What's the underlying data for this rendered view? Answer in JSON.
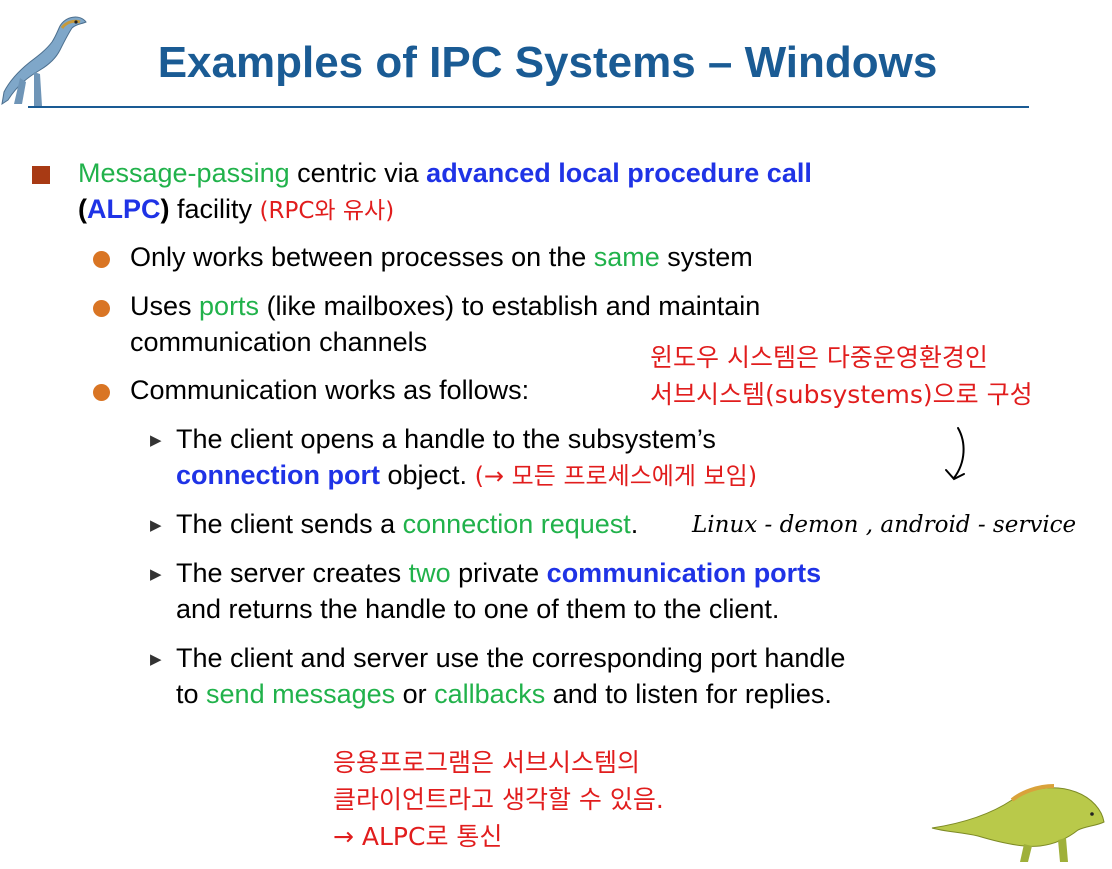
{
  "slide": {
    "title": "Examples of IPC Systems – Windows",
    "main_bullet": {
      "t1": "Message-passing",
      "t2": " centric via ",
      "t3": "advanced local procedure call",
      "t4": "(",
      "t5": "ALPC",
      "t6": ")",
      "t7": " facility  ",
      "note": "(RPC와 유사)"
    },
    "sub1": {
      "a": "Only works between processes on the ",
      "b": "same",
      "c": " system"
    },
    "sub2": {
      "a": "Uses ",
      "b": "ports",
      "c": " (like mailboxes) to establish and maintain",
      "d": "communication channels"
    },
    "sub3": {
      "a": "Communication works as follows:"
    },
    "step1": {
      "a": "The client opens a handle to the subsystem’s",
      "b": "connection port",
      "c": " object.  ",
      "note": "(→ 모든 프로세스에게 보임)"
    },
    "step2": {
      "a": "The client sends a ",
      "b": "connection request",
      "c": "."
    },
    "step3": {
      "a": "The server creates ",
      "b": "two",
      "c": " private ",
      "d": "communication ports",
      "e": "and returns the handle to one of them to the client."
    },
    "step4": {
      "a": "The client and server use the corresponding port handle",
      "b": "to ",
      "c": "send messages",
      "d": " or ",
      "e": "callbacks",
      "f": " and to listen for replies."
    },
    "note_right": {
      "line1": "윈도우 시스템은 다중운영환경인",
      "line2": "서브시스템(subsystems)으로 구성"
    },
    "handwriting": "Linux - demon ,  android  - service",
    "note_bottom": {
      "line1": "응용프로그램은 서브시스템의",
      "line2": "클라이언트라고 생각할 수 있음.",
      "line3": "→ ALPC로 통신"
    }
  },
  "colors": {
    "title": "#1a5b94",
    "green": "#21b24b",
    "blue": "#1f33e6",
    "red": "#e11d1d",
    "square_bullet": "#a83a14",
    "dot_bullet": "#d97524"
  },
  "icons": {
    "top_left": "dinosaur-icon",
    "bottom_right": "dinosaur-icon"
  }
}
